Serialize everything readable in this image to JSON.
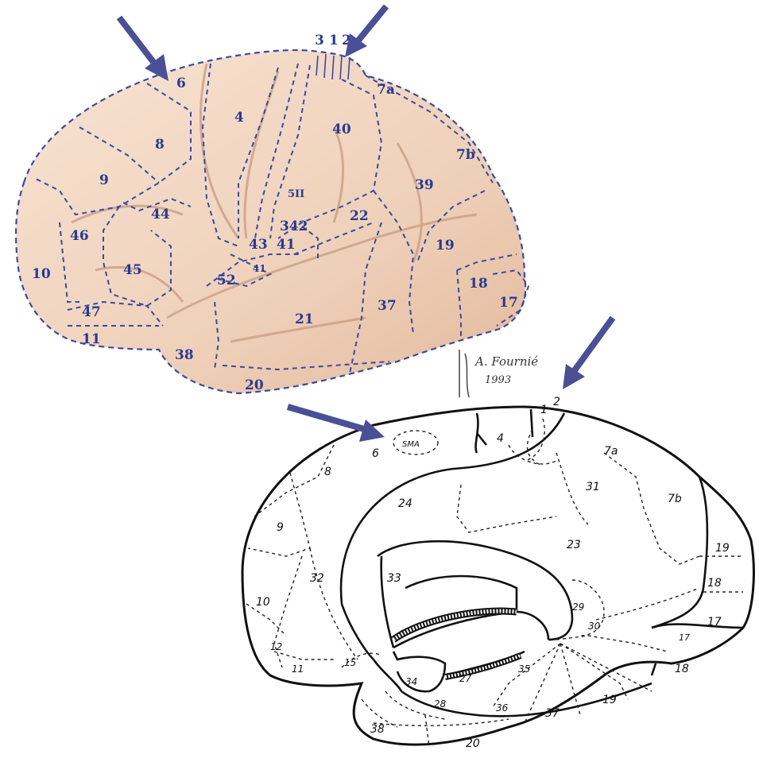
{
  "lateral_view": {
    "area_labels": [
      "3",
      "1",
      "2",
      "6",
      "7a",
      "4",
      "8",
      "40",
      "7b",
      "9",
      "5II",
      "39",
      "44",
      "22",
      "46",
      "342",
      "41",
      "43",
      "19",
      "45",
      "10",
      "52",
      "41",
      "18",
      "17",
      "47",
      "21",
      "37",
      "11",
      "38",
      "20"
    ]
  },
  "signature": {
    "name": "A. Fournié",
    "year": "1993"
  },
  "medial_view": {
    "area_labels": [
      "1",
      "2",
      "SMA",
      "6",
      "4",
      "7a",
      "8",
      "31",
      "7b",
      "24",
      "9",
      "23",
      "19",
      "32",
      "33",
      "18",
      "10",
      "29",
      "30",
      "17",
      "12",
      "17",
      "11",
      "15",
      "35",
      "18",
      "34",
      "27",
      "28",
      "36",
      "37",
      "19",
      "38",
      "20"
    ]
  },
  "arrows_color": "#4a4f96",
  "lateral_fill": "#f2d7c2",
  "lateral_line_color": "#3b4aa0"
}
